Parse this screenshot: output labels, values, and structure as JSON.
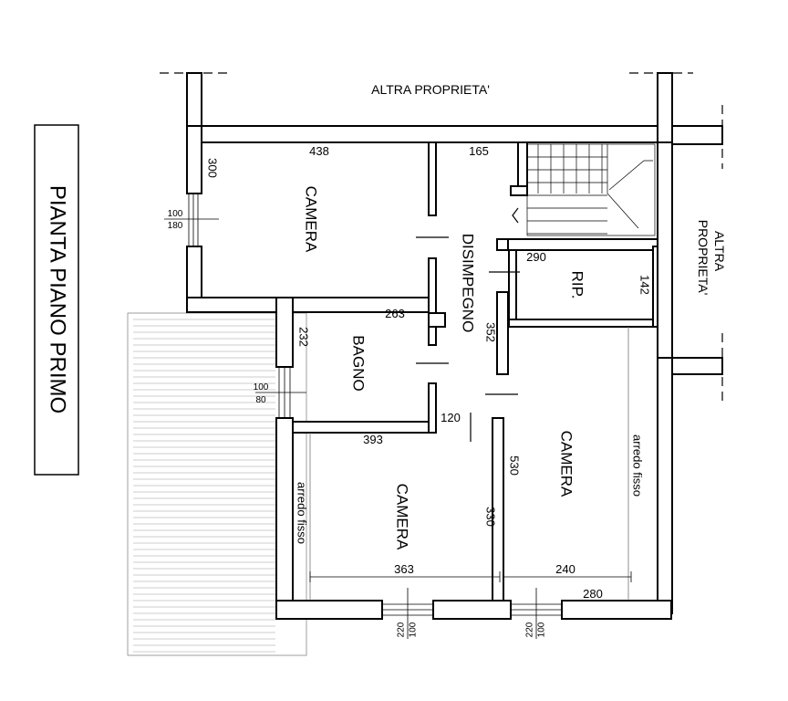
{
  "title": "PIANTA PIANO PRIMO",
  "neighbors": {
    "top": "ALTRA PROPRIETA'",
    "right_line1": "ALTRA",
    "right_line2": "PROPRIETA'"
  },
  "rooms": {
    "camera_top": "CAMERA",
    "disimpegno": "DISIMPEGNO",
    "ripostiglio": "RIP.",
    "bagno": "BAGNO",
    "camera_bottom_left": "CAMERA",
    "camera_bottom_right": "CAMERA"
  },
  "furniture": {
    "left": "arredo fisso",
    "right": "arredo fisso"
  },
  "dimensions": {
    "d438": "438",
    "d300": "300",
    "d165": "165",
    "d290": "290",
    "d142": "142",
    "d263": "263",
    "d232": "232",
    "d352": "352",
    "d120": "120",
    "d393": "393",
    "d530": "530",
    "d330": "330",
    "d363": "363",
    "d240": "240",
    "d280": "280"
  },
  "windows": {
    "w_top_left": {
      "top": "100",
      "bottom": "180"
    },
    "w_bagno": {
      "top": "100",
      "bottom": "80"
    },
    "w_bottom_1": {
      "top": "100",
      "bottom": "220"
    },
    "w_bottom_2": {
      "top": "100",
      "bottom": "220"
    }
  }
}
